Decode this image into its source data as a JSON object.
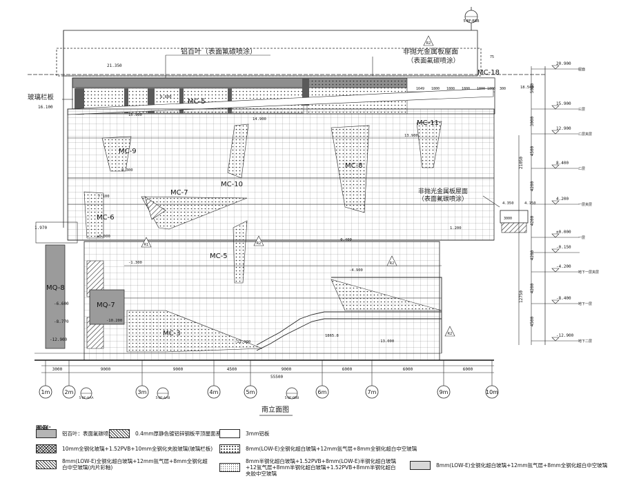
{
  "drawing": {
    "title": "南立面图",
    "top_ref": "5-BF-BBB",
    "annotations": {
      "louver": "铝百叶（表面氟碳喷涂）",
      "metal_roof_1": "非抛光金属板屋面",
      "metal_roof_1b": "（表面氟碳喷涂）",
      "glass_rail": "玻璃栏板",
      "metal_roof_2": "非抛光金属板屋面",
      "metal_roof_2b": "（表面氟碳喷涂）"
    },
    "panels": [
      "MC-18",
      "MC-5",
      "MC-9",
      "MC-7",
      "MC-10",
      "MC-6",
      "MC-5",
      "MC-8",
      "MC-11",
      "MQ-8",
      "MQ-7",
      "MC-3"
    ],
    "levels": [
      {
        "value": "20.900",
        "name": "屋面"
      },
      {
        "value": "15.900",
        "name": "三层"
      },
      {
        "value": "12.900",
        "name": "二层夹层"
      },
      {
        "value": "8.400",
        "name": "二层"
      },
      {
        "value": "4.200",
        "name": "一层夹层"
      },
      {
        "value": "±0.000",
        "name": "一层"
      },
      {
        "value": "-0.150",
        "name": ""
      },
      {
        "value": "-4.200",
        "name": "地下一层夹层"
      },
      {
        "value": "-8.400",
        "name": "地下一层"
      },
      {
        "value": "-12.900",
        "name": "地下二层"
      }
    ],
    "right_dims": [
      "5000",
      "3000",
      "4500",
      "4200",
      "4200",
      "4200",
      "4200",
      "4500"
    ],
    "right_totals": [
      "21050",
      "12750"
    ],
    "left_elevations": [
      "21.350",
      "16.100",
      "1.970",
      "-6.600",
      "-8.770",
      "-12.900"
    ],
    "interior_elevations": [
      "18.500",
      "15.900",
      "14.900",
      "13.900",
      "9.600",
      "8.300",
      "7.100",
      "4.350",
      "4.150",
      "1.200",
      "±0.000",
      "-0.400",
      "-1.300",
      "-4.900",
      "-10.200",
      "-12.900",
      "-13.000",
      "1865.8"
    ],
    "bay_dims": [
      "3000",
      "9000",
      "9000",
      "4500",
      "9000",
      "6000",
      "6000",
      "6000"
    ],
    "total_dim": "55500",
    "small_dims": [
      "75",
      "300",
      "3000",
      "1649",
      "1800",
      "1800",
      "1800",
      "1800",
      "1800"
    ],
    "axes": [
      "1m",
      "2m",
      "3m",
      "4m",
      "5m",
      "6m",
      "7m",
      "9m",
      "10m"
    ],
    "section_refs": [
      "5-BF-AAA",
      "5-BF-AAB",
      "5-BF-BBB"
    ],
    "detail_tags": [
      "R2",
      "R1",
      "R2",
      "R2",
      "R2"
    ]
  },
  "legend": {
    "title": "图例：",
    "items": [
      {
        "label": "铝百叶：表面氟碳喷涂",
        "pattern": "gray"
      },
      {
        "label": "0.4mm厚静色镀铝锌钢板平顶屋面系统",
        "pattern": "diag"
      },
      {
        "label": "3mm铝板",
        "pattern": "white"
      },
      {
        "label": "10mm全钢化玻璃+1.52PVB+10mm全钢化夹胶玻璃(玻璃栏板)",
        "pattern": "cross"
      },
      {
        "label": "8mm(LOW-E)全钢化超白玻璃+12mm氩气层+8mm全钢化超白中空玻璃",
        "pattern": "dots"
      },
      {
        "label": "8mm(LOW-E)全钢化超白玻璃+12mm氩气层+8mm全钢化超白中空玻璃(内片彩釉)",
        "pattern": "diag"
      },
      {
        "label": "8mm半钢化超白玻璃+1.52PVB+8mm(LOW-E)半钢化超白玻璃+12氩气层+8mm半钢化超白玻璃+1.52PVB+8mm半钢化超白夹胶中空玻璃",
        "pattern": "fine"
      },
      {
        "label": "8mm(LOW-E)全钢化超白玻璃+12mm氩气层+8mm全钢化超白中空玻璃",
        "pattern": "gray2"
      }
    ]
  }
}
